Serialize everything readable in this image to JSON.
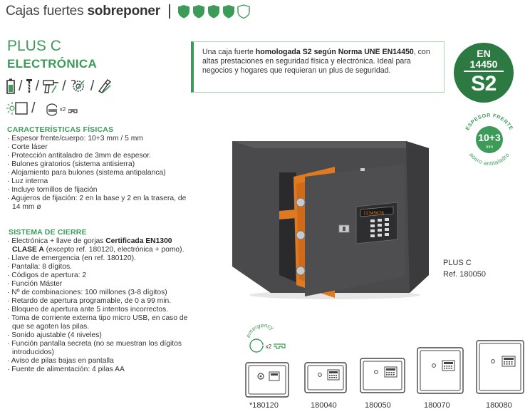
{
  "header": {
    "title_light": "Cajas fuertes",
    "title_bold": "sobreponer",
    "security_level": 4,
    "security_max": 5,
    "accent": "#3d9b5a"
  },
  "product": {
    "name": "PLUS C",
    "subtitle": "ELECTRÓNICA"
  },
  "feature_icons": {
    "row1": [
      "battery-icon",
      "screw-icon",
      "drill-bolt-icon",
      "anti-drill-icon",
      "anti-tamper-icon"
    ],
    "row2": [
      "light-icon",
      "emergency-key-x2-icon"
    ],
    "key_count_label": "x2"
  },
  "description": {
    "lead": "Una caja fuerte ",
    "bold": "homologada S2 según Norma UNE EN14450",
    "rest": ", con altas prestaciones en seguridad física y electrónica. Ideal para negocios y hogares que requieran un plus de seguridad."
  },
  "badge": {
    "line1": "EN",
    "line2": "14450",
    "line3": "S2",
    "color": "#2c7a42"
  },
  "seal": {
    "top_text": "ESPESOR FRENTE",
    "value": "10+3",
    "unit": "mm",
    "bottom_text": "acero antitaladro"
  },
  "caption": {
    "name": "PLUS C",
    "ref": "Ref. 180050"
  },
  "safe_display": "12345678",
  "fisicas": {
    "title": "CARACTERÍSTICAS FÍSICAS",
    "items": [
      "Espesor frente/cuerpo: 10+3 mm / 5 mm",
      "Corte láser",
      "Protección antitaladro de 3mm de espesor.",
      "Bulones giratorios (sistema antisierra)",
      "Alojamiento para bulones (sistema antipalanca)",
      "Luz interna",
      "Incluye tornillos de fijación",
      "Agujeros de fijación: 2 en la base y 2 en la trasera, de 14 mm ø"
    ]
  },
  "cierre": {
    "title": "SISTEMA DE CIERRE",
    "first_item": {
      "lead": "Electrónica + llave de gorjas ",
      "bold": "Certificada EN1300 CLASE A",
      "rest": " (excepto ref. 180120, electrónica + pomo)."
    },
    "items": [
      "Llave de emergencia (en ref. 180120).",
      "Pantalla: 8 dígitos.",
      "Códigos de apertura: 2",
      "Función Máster",
      "Nº de combinaciones: 100 millones (3-8 dígitos)",
      "Retardo de apertura programable, de 0 a 99 min.",
      "Bloqueo de apertura ante 5 intentos incorrectos.",
      "Toma de corriente externa tipo micro USB, en caso de  que se agoten las pilas.",
      "Sonido ajustable (4 niveles)",
      "Función pantalla secreta (no se muestran los dígitos introducidos)",
      "Aviso de pilas bajas en pantalla",
      "Fuente de alimentación: 4 pilas AA"
    ]
  },
  "emergency": {
    "label": "emergency",
    "count": "x2"
  },
  "models": [
    {
      "ref": "*180120",
      "type": "knob"
    },
    {
      "ref": "180040",
      "type": "keypad"
    },
    {
      "ref": "180050",
      "type": "keypad"
    },
    {
      "ref": "180070",
      "type": "keypad"
    },
    {
      "ref": "180080",
      "type": "keypad"
    }
  ]
}
